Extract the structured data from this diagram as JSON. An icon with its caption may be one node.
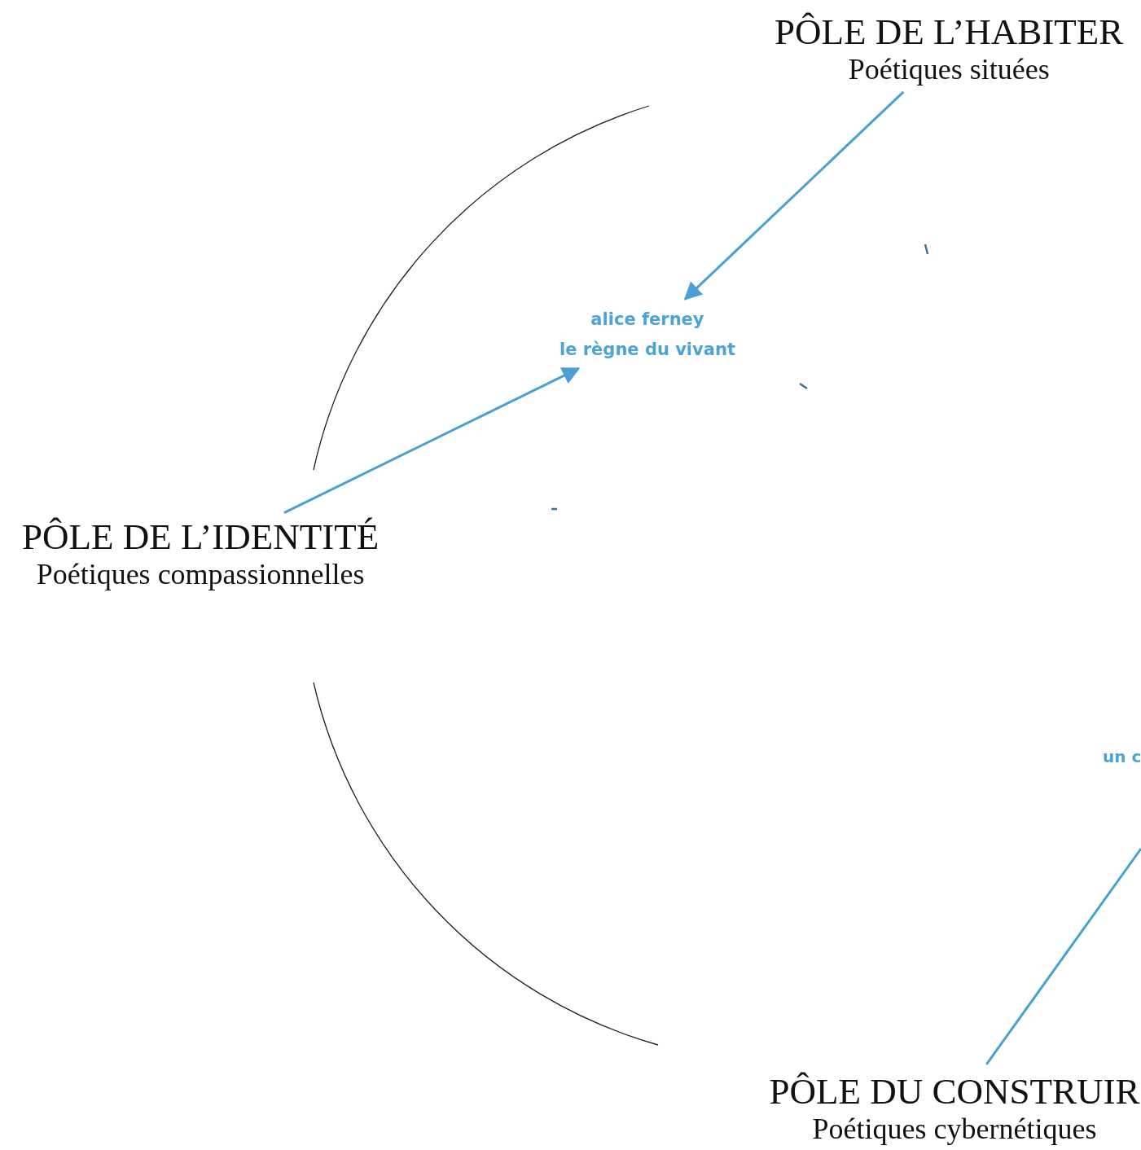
{
  "diagram": {
    "nodes": [
      {
        "text": [
          "PÔLE DE L’HABITER",
          "Poétiques situées"
        ]
      },
      {
        "text": [
          "alice ferney",
          "le règne du vivant"
        ]
      },
      {
        "text": [
          "PÔLE DE L’IDENTITÉ",
          "Poétiques compassionnelles"
        ]
      },
      {
        "text": [
          "PÔLE DU CONSTRUIR",
          "Poétiques cybernétiques"
        ]
      }
    ],
    "edges": [
      {
        "from": 0,
        "to": 1,
        "arrow": "to"
      },
      {
        "from": 2,
        "to": 1,
        "arrow": "to"
      },
      {
        "from": 3,
        "to": null,
        "arrow": "none"
      }
    ],
    "labels": [
      "un c"
    ]
  }
}
